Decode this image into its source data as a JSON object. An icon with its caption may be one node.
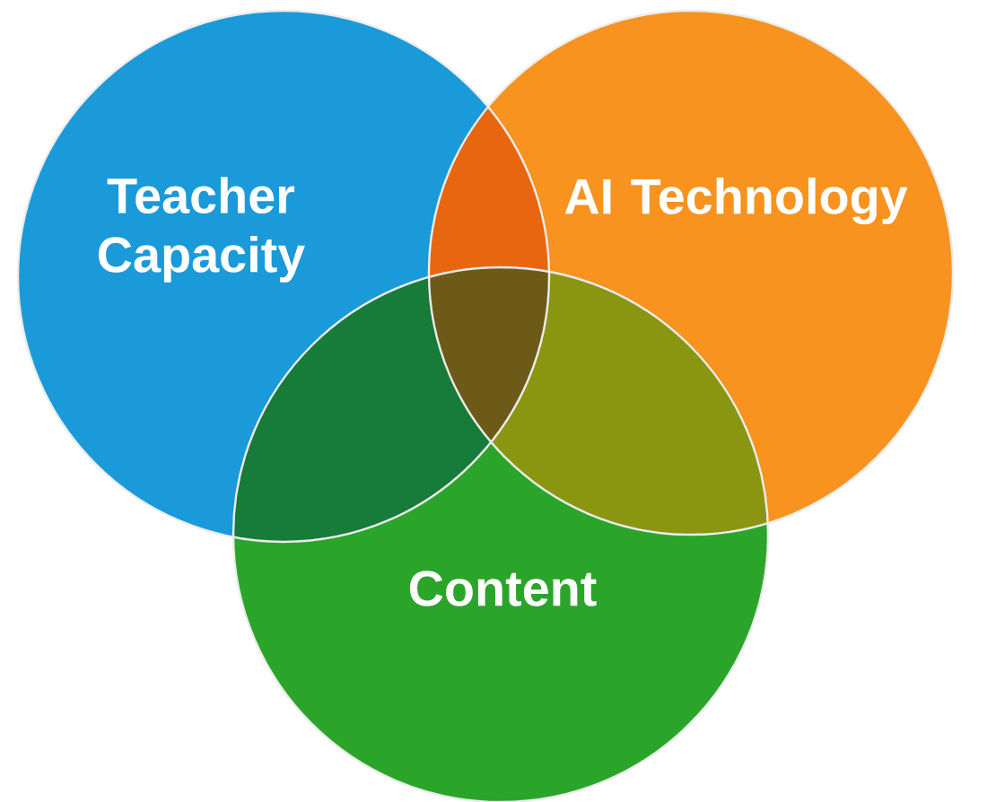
{
  "diagram": {
    "nodes": [
      {
        "text": [
          "Teacher Capacity"
        ]
      },
      {
        "text": [
          "AI Technology"
        ]
      },
      {
        "text": [
          "Content"
        ]
      }
    ]
  }
}
